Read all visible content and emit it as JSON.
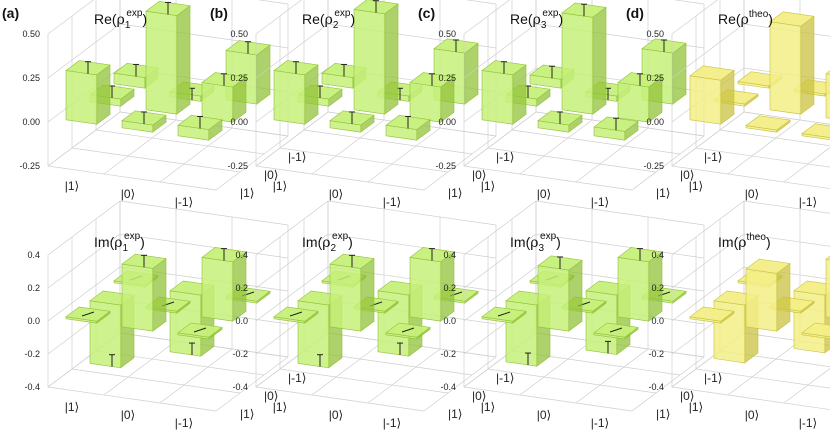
{
  "colors": {
    "exp_face": "#c6f07a",
    "exp_edge": "#92c23a",
    "theo_face": "#f3ee86",
    "theo_edge": "#c9c241",
    "error_bar": "#222222",
    "grid": "#cfcfcf"
  },
  "basis_labels": [
    "|1⟩",
    "|0⟩",
    "|-1⟩"
  ],
  "chart_data": [
    {
      "type": "bar3d",
      "panel_label": "(a)",
      "title_main": "Re",
      "title_rho": "ρ",
      "title_sub": "1",
      "title_sup": "exp",
      "zticks": [
        "0.50",
        "0.25",
        "0.00",
        "-0.25"
      ],
      "zlim": [
        -0.25,
        0.5
      ],
      "kind": "exp",
      "part": "real",
      "values": [
        [
          0.28,
          0.04,
          0.06
        ],
        [
          0.04,
          0.56,
          0.2
        ],
        [
          0.06,
          -0.03,
          0.28
        ]
      ],
      "errors": true
    },
    {
      "type": "bar3d",
      "panel_label": "(b)",
      "title_main": "Re",
      "title_rho": "ρ",
      "title_sub": "2",
      "title_sup": "exp",
      "zticks": [
        "0.50",
        "0.25",
        "0.00",
        "-0.25"
      ],
      "zlim": [
        -0.25,
        0.5
      ],
      "kind": "exp",
      "part": "real",
      "values": [
        [
          0.28,
          0.04,
          0.06
        ],
        [
          0.04,
          0.57,
          0.2
        ],
        [
          0.06,
          -0.03,
          0.29
        ]
      ],
      "errors": true
    },
    {
      "type": "bar3d",
      "panel_label": "(c)",
      "title_main": "Re",
      "title_rho": "ρ",
      "title_sub": "3",
      "title_sup": "exp",
      "zticks": [
        "0.50",
        "0.25",
        "0.00",
        "-0.25"
      ],
      "zlim": [
        -0.25,
        0.5
      ],
      "kind": "exp",
      "part": "real",
      "values": [
        [
          0.28,
          0.04,
          0.05
        ],
        [
          0.04,
          0.55,
          0.2
        ],
        [
          0.05,
          -0.03,
          0.29
        ]
      ],
      "errors": true
    },
    {
      "type": "bar3d",
      "panel_label": "(d)",
      "title_main": "Re",
      "title_rho": "ρ",
      "title_sub": "",
      "title_sup": "theo",
      "zticks": [
        "0.50",
        "0.25",
        "0.00",
        "-0.25"
      ],
      "zlim": [
        -0.25,
        0.5
      ],
      "kind": "theo",
      "part": "real",
      "values": [
        [
          0.25,
          0.0,
          0.0
        ],
        [
          0.0,
          0.5,
          0.25
        ],
        [
          0.0,
          0.0,
          0.25
        ]
      ],
      "errors": false
    },
    {
      "type": "bar3d",
      "panel_label": "",
      "title_main": "Im",
      "title_rho": "ρ",
      "title_sub": "1",
      "title_sup": "exp",
      "zticks": [
        "0.4",
        "0.2",
        "0.0",
        "-0.2",
        "-0.4"
      ],
      "zlim": [
        -0.4,
        0.4
      ],
      "kind": "exp",
      "part": "imag",
      "values": [
        [
          0.0,
          0.38,
          0.0
        ],
        [
          -0.38,
          0.0,
          0.36
        ],
        [
          0.0,
          -0.37,
          0.0
        ]
      ],
      "errors": true
    },
    {
      "type": "bar3d",
      "panel_label": "",
      "title_main": "Im",
      "title_rho": "ρ",
      "title_sub": "2",
      "title_sup": "exp",
      "zticks": [
        "0.4",
        "0.2",
        "0.0",
        "-0.2",
        "-0.4"
      ],
      "zlim": [
        -0.4,
        0.4
      ],
      "kind": "exp",
      "part": "imag",
      "values": [
        [
          0.0,
          0.38,
          0.0
        ],
        [
          -0.38,
          0.0,
          0.36
        ],
        [
          0.0,
          -0.37,
          0.0
        ]
      ],
      "errors": true
    },
    {
      "type": "bar3d",
      "panel_label": "",
      "title_main": "Im",
      "title_rho": "ρ",
      "title_sub": "3",
      "title_sup": "exp",
      "zticks": [
        "0.4",
        "0.2",
        "0.0",
        "-0.2",
        "-0.4"
      ],
      "zlim": [
        -0.4,
        0.4
      ],
      "kind": "exp",
      "part": "imag",
      "values": [
        [
          0.0,
          0.37,
          0.0
        ],
        [
          -0.37,
          0.0,
          0.36
        ],
        [
          0.0,
          -0.36,
          0.0
        ]
      ],
      "errors": true
    },
    {
      "type": "bar3d",
      "panel_label": "",
      "title_main": "Im",
      "title_rho": "ρ",
      "title_sub": "",
      "title_sup": "theo",
      "zticks": [
        "0.4",
        "0.2",
        "0.0",
        "-0.2",
        "-0.4"
      ],
      "zlim": [
        -0.4,
        0.4
      ],
      "kind": "theo",
      "part": "imag",
      "values": [
        [
          0.0,
          0.35,
          0.0
        ],
        [
          -0.35,
          0.0,
          0.35
        ],
        [
          0.0,
          -0.35,
          0.0
        ]
      ],
      "errors": false
    }
  ]
}
